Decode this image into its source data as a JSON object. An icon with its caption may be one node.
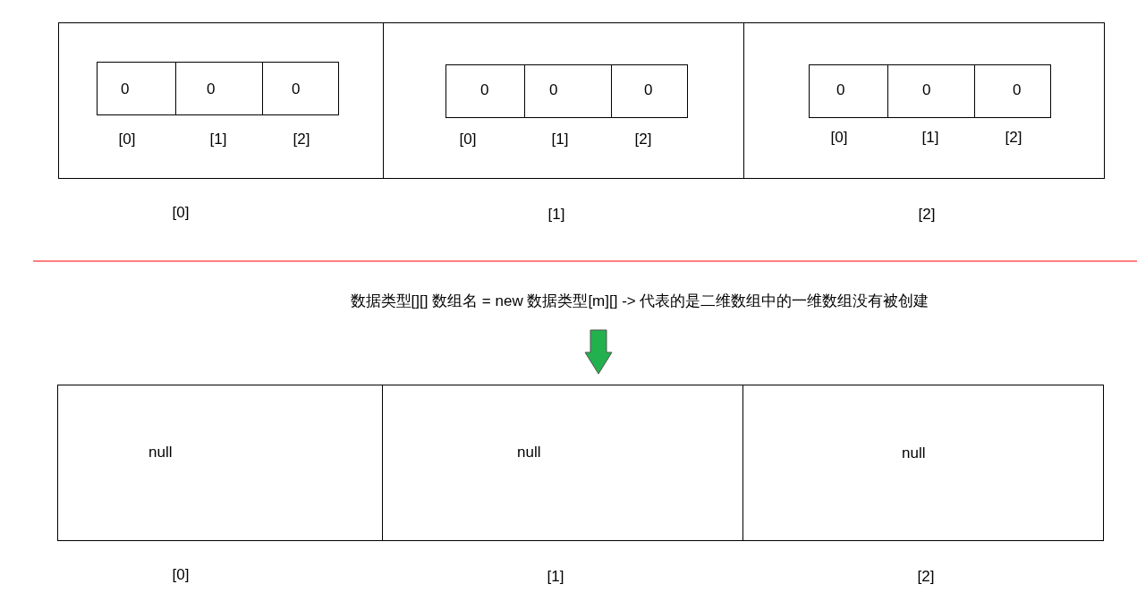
{
  "diagram": {
    "nodes": [
      {
        "text": [],
        "shape": "box",
        "beside": [
          "[0]"
        ]
      },
      {
        "text": [
          "0"
        ],
        "in": 0,
        "beside": [
          "[0]"
        ]
      },
      {
        "text": [
          "0"
        ],
        "in": 0,
        "beside": [
          "[1]"
        ]
      },
      {
        "text": [
          "0"
        ],
        "in": 0,
        "beside": [
          "[2]"
        ]
      },
      {
        "text": [],
        "shape": "box",
        "beside": [
          "[1]"
        ]
      },
      {
        "text": [
          "0"
        ],
        "in": 4,
        "beside": [
          "[0]"
        ]
      },
      {
        "text": [
          "0"
        ],
        "in": 4,
        "beside": [
          "[1]"
        ]
      },
      {
        "text": [
          "0"
        ],
        "in": 4,
        "beside": [
          "[2]"
        ]
      },
      {
        "text": [],
        "shape": "box",
        "beside": [
          "[2]"
        ]
      },
      {
        "text": [
          "0"
        ],
        "in": 8,
        "beside": [
          "[0]"
        ]
      },
      {
        "text": [
          "0"
        ],
        "in": 8,
        "beside": [
          "[1]"
        ]
      },
      {
        "text": [
          "0"
        ],
        "in": 8,
        "beside": [
          "[2]"
        ]
      },
      {
        "text": [
          "null"
        ],
        "beside": [
          "[0]"
        ]
      },
      {
        "text": [
          "null"
        ],
        "beside": [
          "[1]"
        ]
      },
      {
        "text": [
          "null"
        ],
        "beside": [
          "[2]"
        ]
      }
    ],
    "labels": [
      "数据类型[][] 数组名 = new 数据类型[m][] -> 代表的是二维数组中的一维数组没有被创建"
    ]
  }
}
